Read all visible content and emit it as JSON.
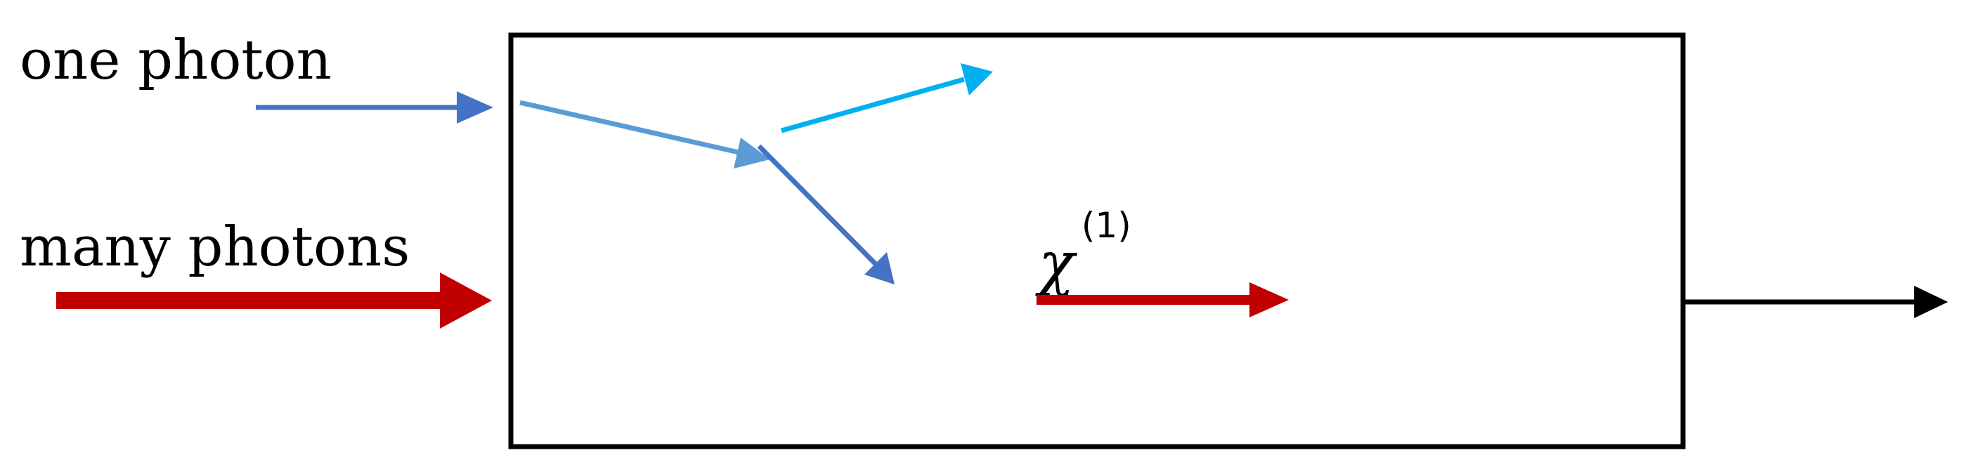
{
  "labels": {
    "one_photon": "one photon",
    "many_photons": "many photons",
    "chi_symbol": "χ",
    "chi_superscript": "(1)"
  },
  "colors": {
    "dark_blue": "#4472C4",
    "mid_blue": "#5B9BD5",
    "light_blue": "#00B0F0",
    "red": "#C00000",
    "black": "#000000"
  },
  "icons": {
    "one_photon_input": "arrow-right-icon",
    "many_photons_input": "thick-arrow-right-icon",
    "output": "arrow-right-icon"
  }
}
